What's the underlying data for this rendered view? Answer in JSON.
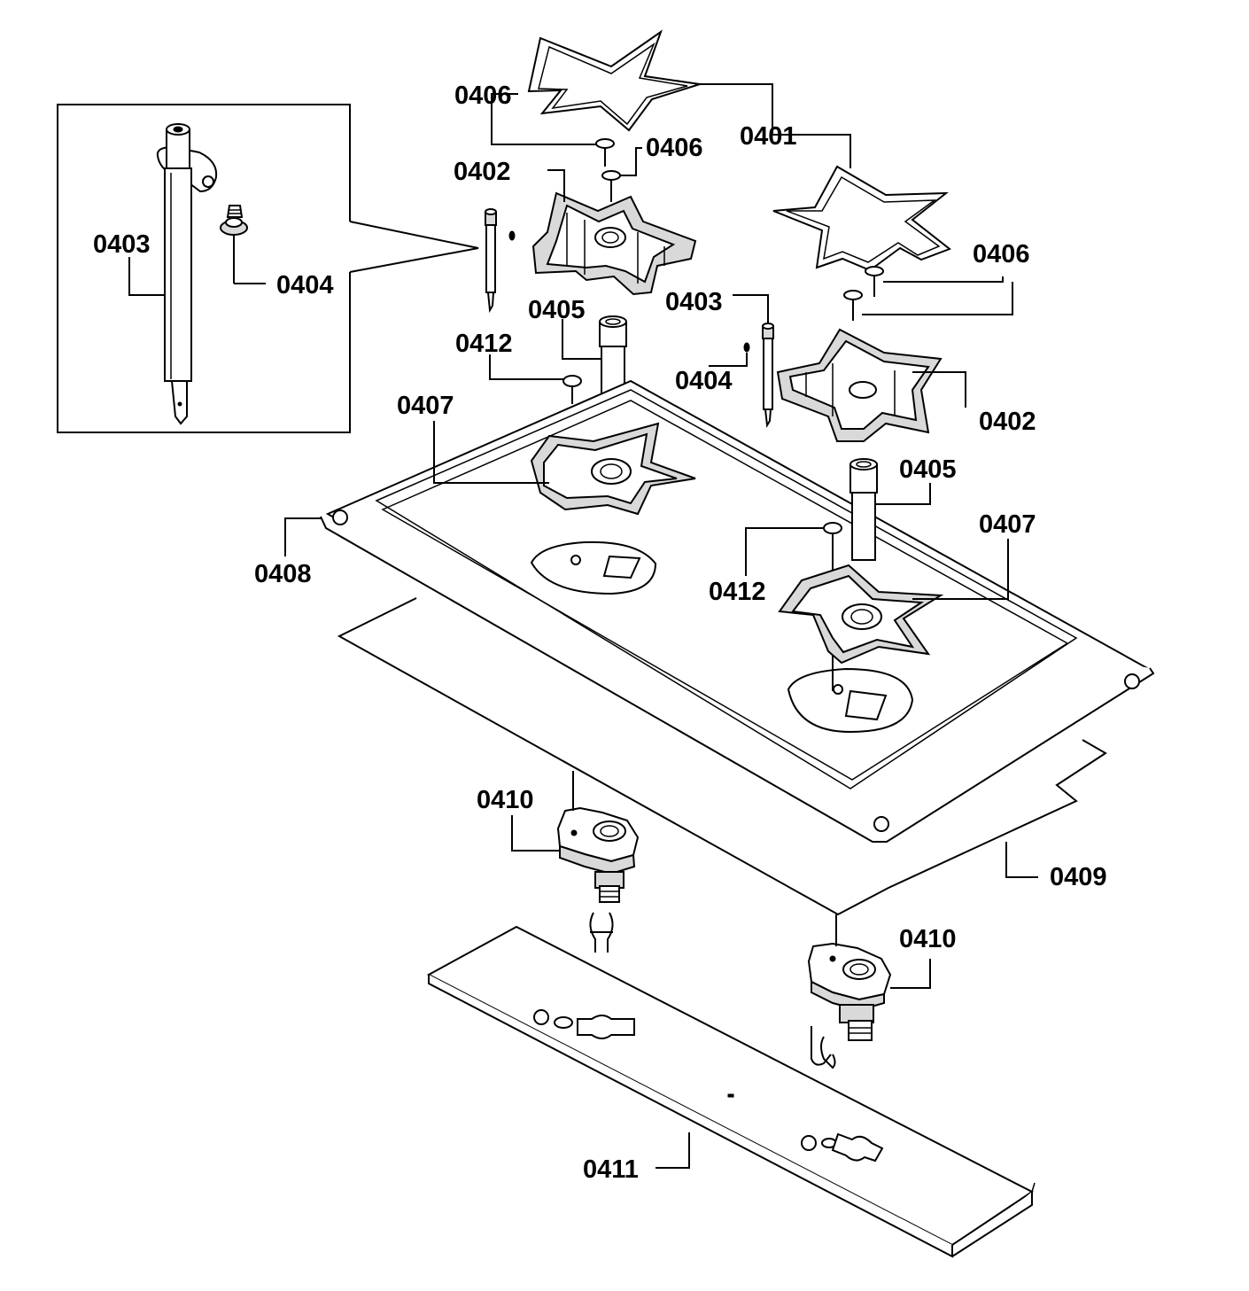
{
  "labels": {
    "l0401": "0401",
    "l0402a": "0402",
    "l0402b": "0402",
    "l0403a": "0403",
    "l0403b": "0403",
    "l0404a": "0404",
    "l0404b": "0404",
    "l0405a": "0405",
    "l0405b": "0405",
    "l0406a": "0406",
    "l0406b": "0406",
    "l0406c": "0406",
    "l0407a": "0407",
    "l0407b": "0407",
    "l0408": "0408",
    "l0409": "0409",
    "l0410a": "0410",
    "l0410b": "0410",
    "l0411": "0411",
    "l0412a": "0412",
    "l0412b": "0412"
  }
}
